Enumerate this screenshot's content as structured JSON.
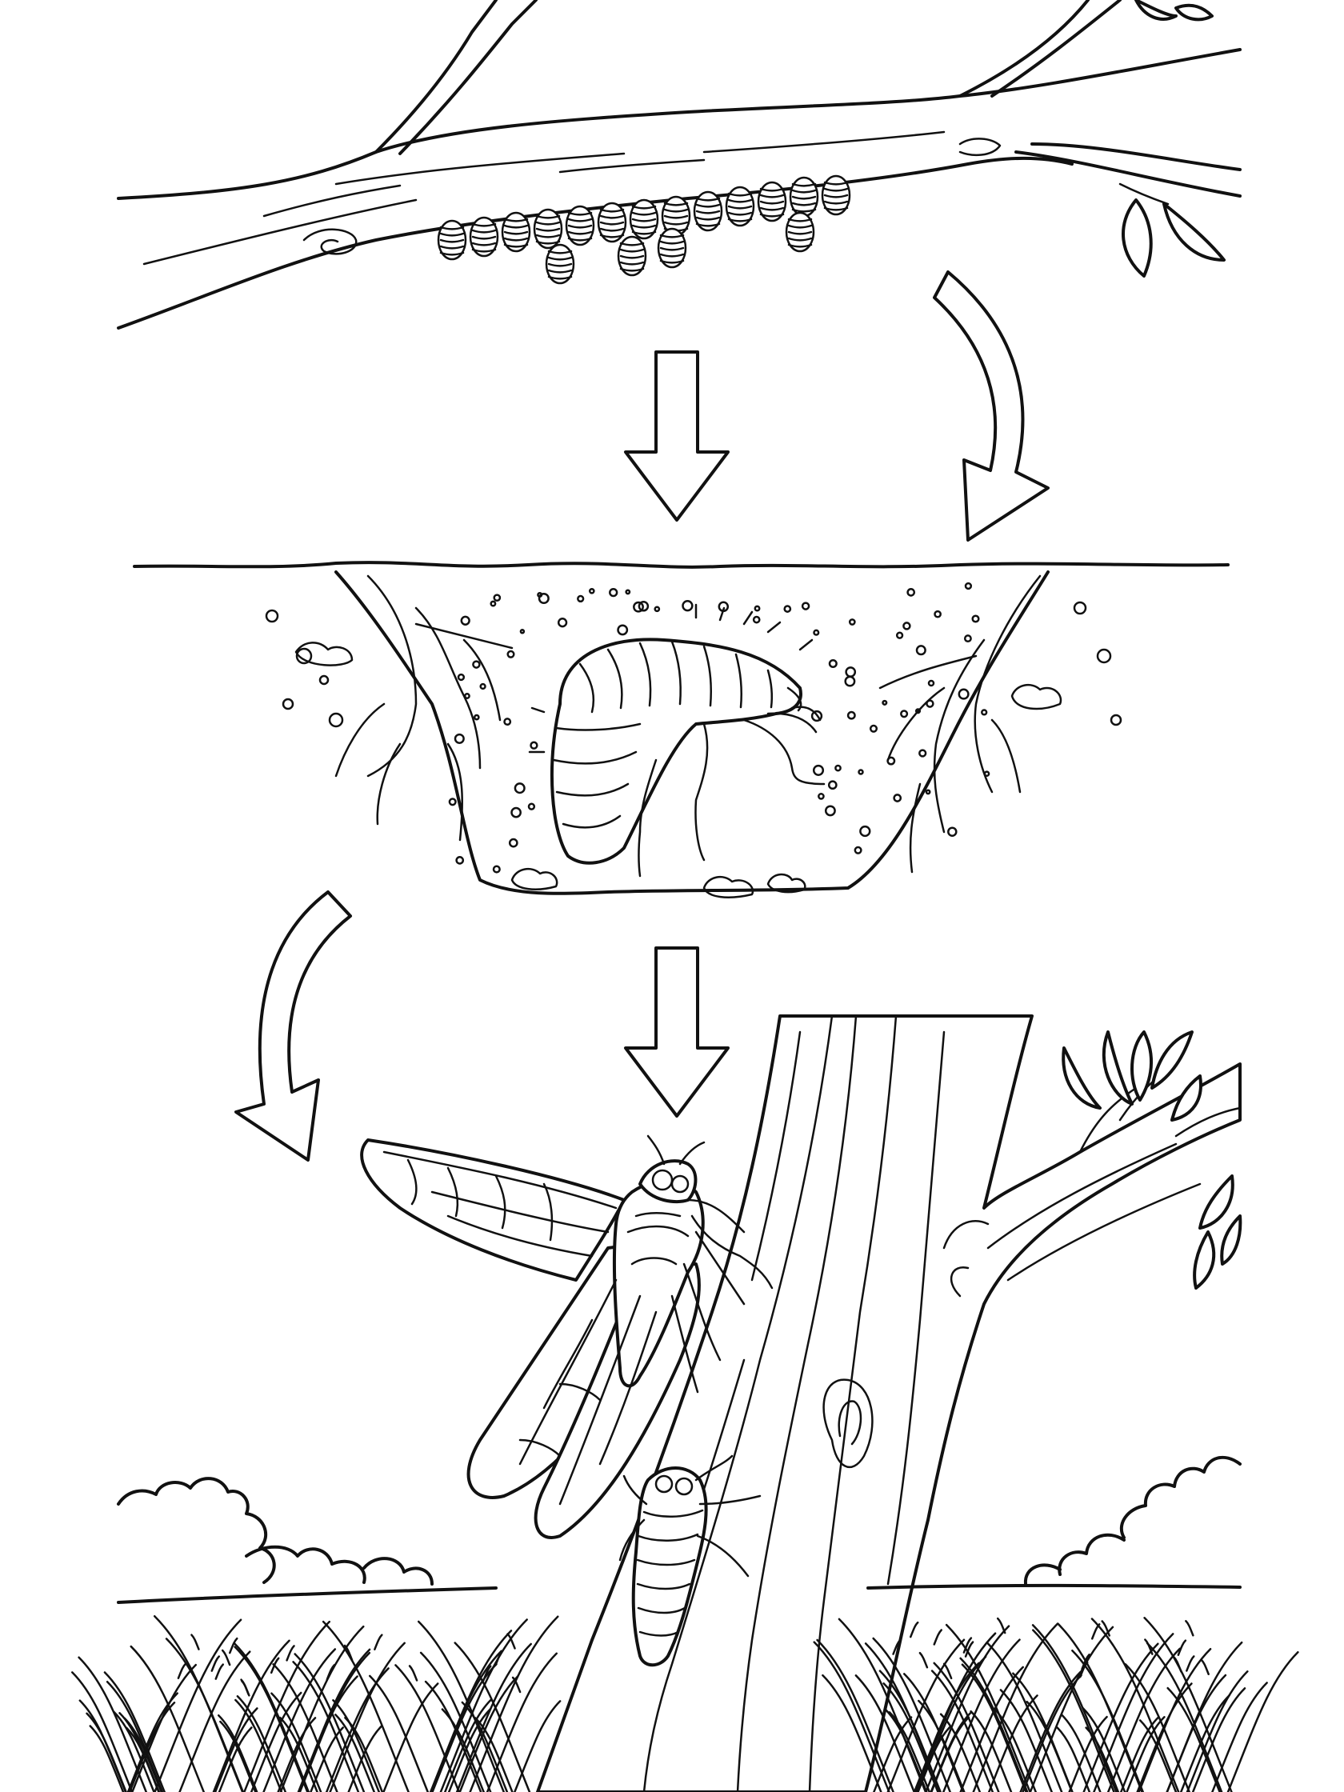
{
  "colors": {
    "ink": "#111111",
    "paper": "#ffffff"
  },
  "stages": [
    {
      "id": "eggs",
      "icon": "egg-cluster-icon"
    },
    {
      "id": "nymph",
      "icon": "nymph-underground-icon"
    },
    {
      "id": "adult",
      "icon": "adult-cicada-icon"
    },
    {
      "id": "emerging-nymph",
      "icon": "emerging-nymph-icon"
    }
  ],
  "arrows": [
    {
      "from": "eggs",
      "to": "nymph",
      "style": "straight"
    },
    {
      "from": "eggs",
      "to": "nymph",
      "style": "curved"
    },
    {
      "from": "nymph",
      "to": "adult",
      "style": "straight"
    },
    {
      "from": "nymph",
      "to": "adult",
      "style": "curved"
    }
  ]
}
